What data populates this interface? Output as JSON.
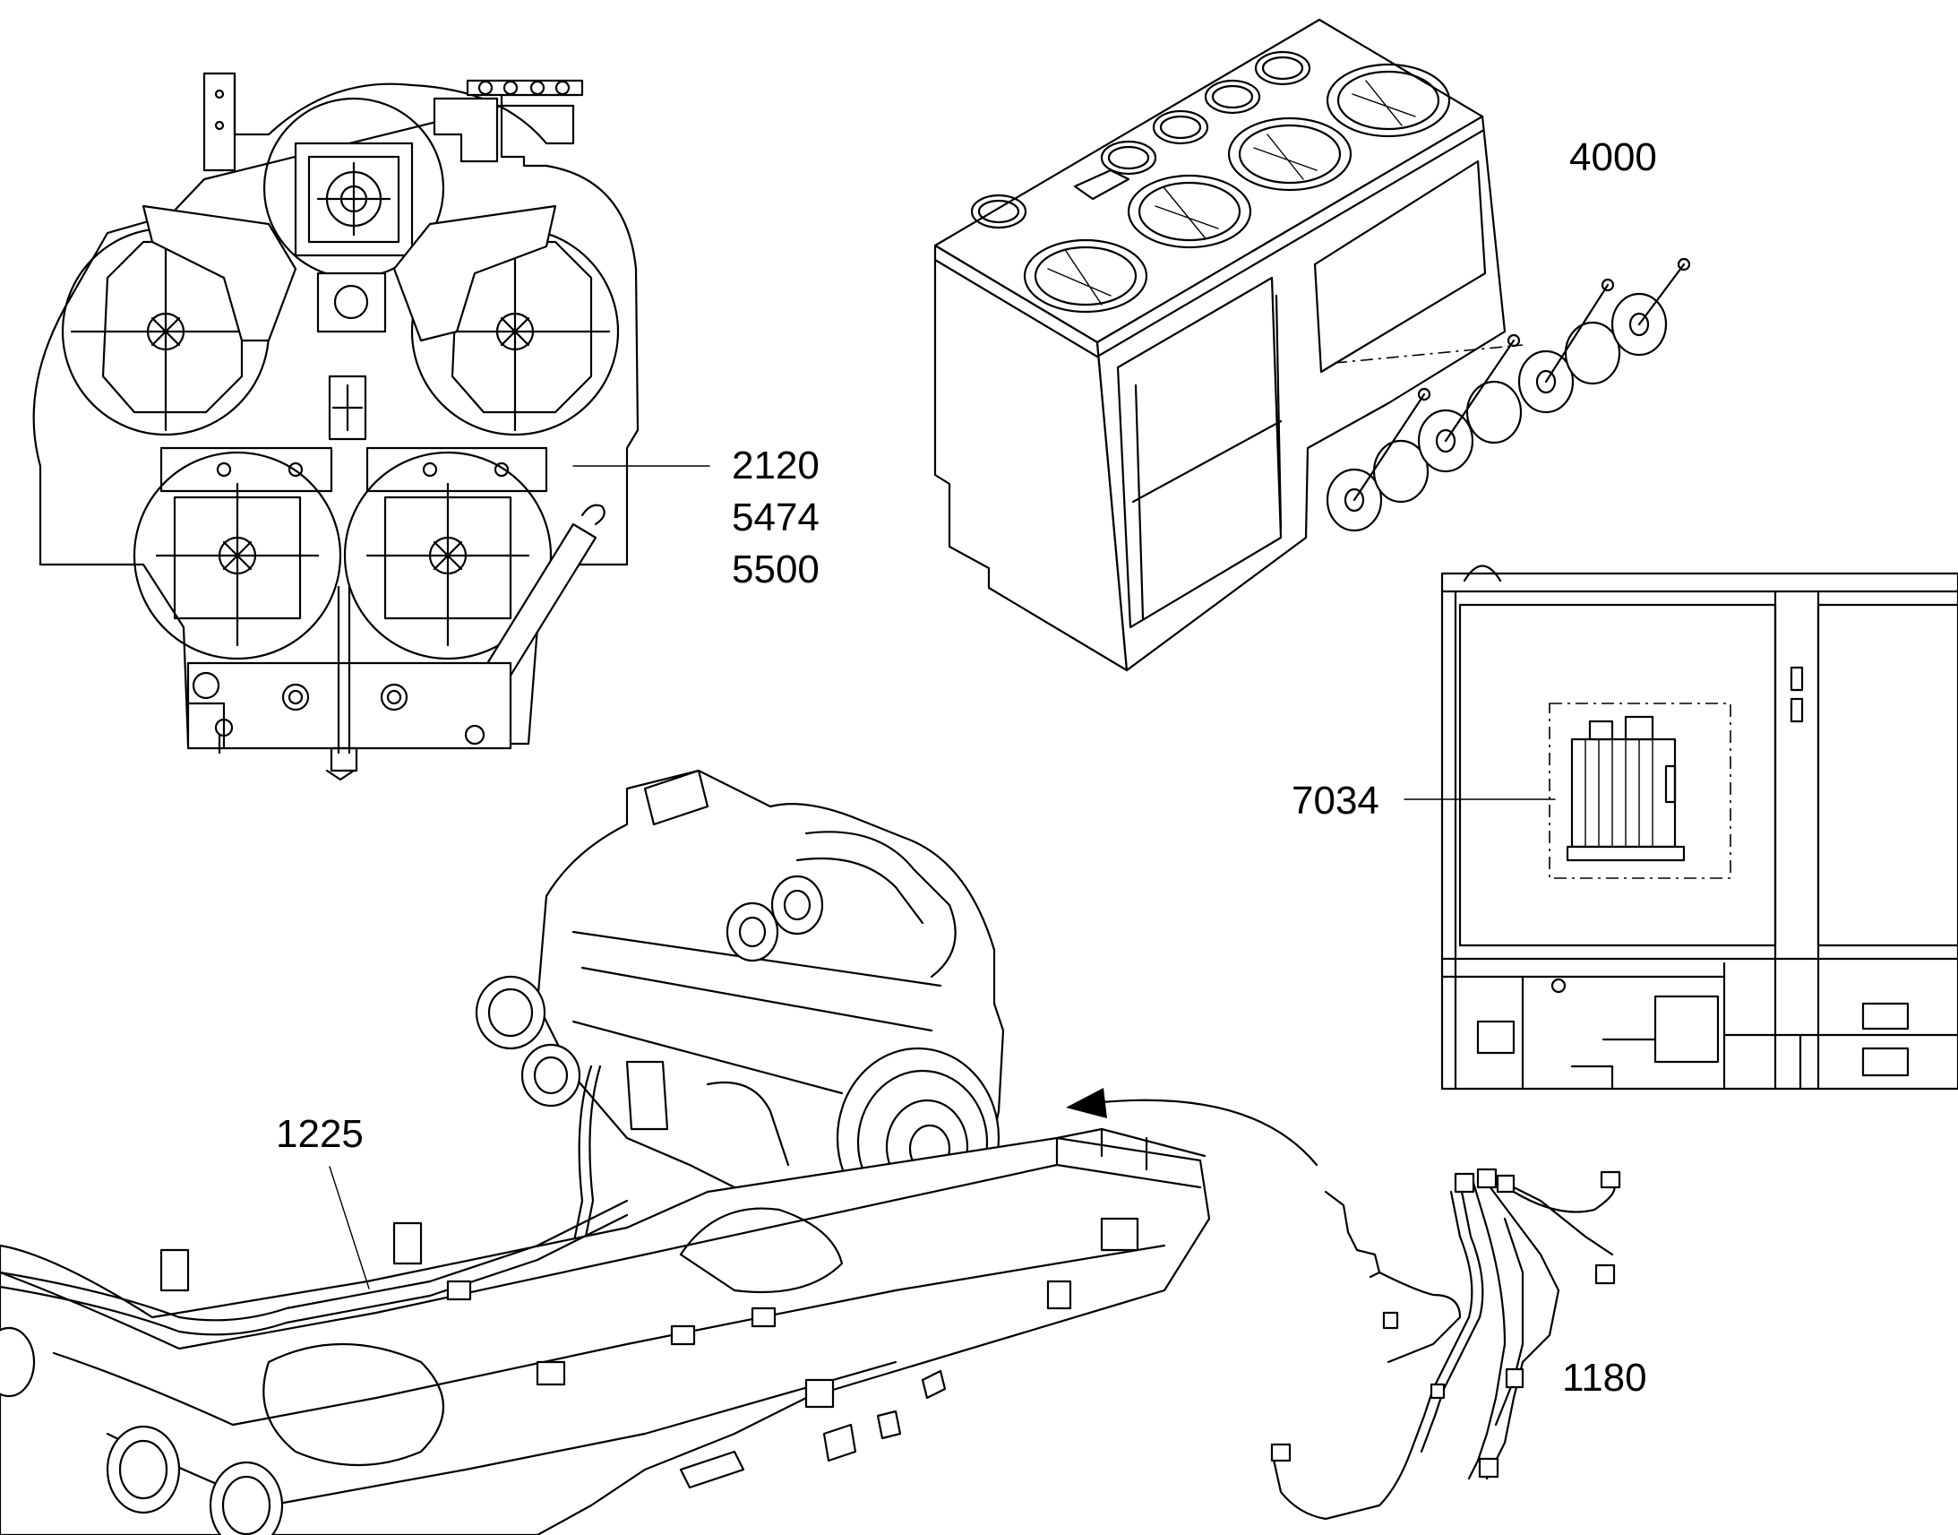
{
  "callouts": {
    "pump_group": [
      "2120",
      "5474",
      "5500"
    ],
    "tank": "4000",
    "cabinet": "7034",
    "frame": "1225",
    "harness": "1180"
  }
}
